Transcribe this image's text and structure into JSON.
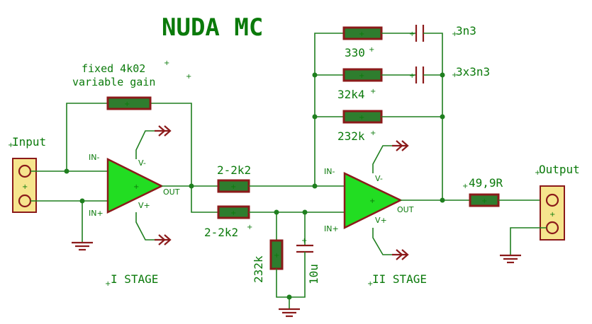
{
  "title": "NUDA MC",
  "labels": {
    "input": "Input",
    "output": "Output",
    "stage1": "I STAGE",
    "stage2": "II STAGE",
    "gain_line1": "fixed 4k02",
    "gain_line2": "variable gain",
    "r_in_top": "2-2k2",
    "r_in_bottom": "2-2k2",
    "r_shunt": "232k",
    "c_shunt": "10u",
    "r_fb1": "330",
    "c_fb1": "3n3",
    "c_fb2": "3x3n3",
    "r_fb2": "32k4",
    "r_fb3": "232k",
    "r_out": "49,9R"
  },
  "opamp_pins": {
    "in_minus": "IN-",
    "in_plus": "IN+",
    "v_minus": "V-",
    "v_plus": "V+",
    "out": "OUT"
  },
  "colors": {
    "wire": "#1f7f1f",
    "component_fill": "#2e7d2e",
    "component_outline": "#8b1a1a",
    "opamp_fill": "#22dd22",
    "connector_fill": "#f6e58d",
    "text": "#0b7a0b"
  }
}
